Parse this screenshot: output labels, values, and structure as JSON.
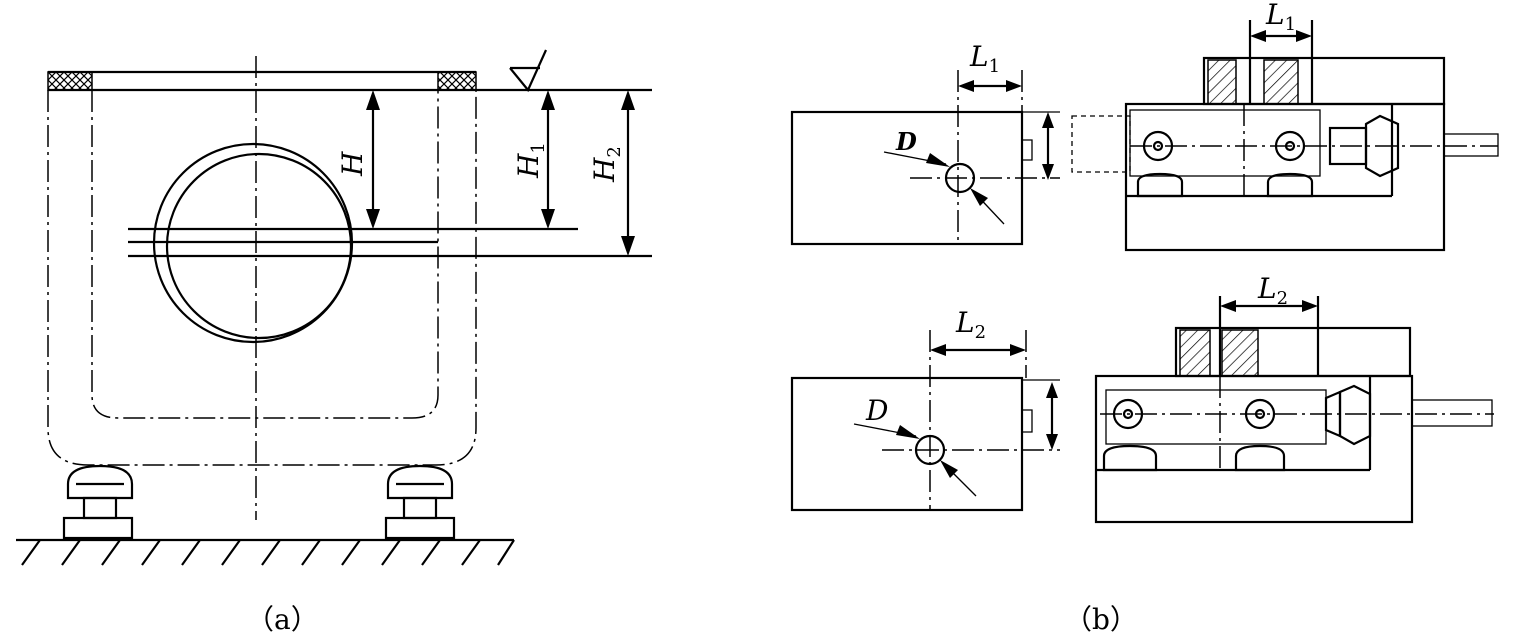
{
  "captions": {
    "a": "（a）",
    "b": "（b）"
  },
  "figure_a": {
    "labels": {
      "h": "H",
      "h1": "H",
      "h1_sub": "1",
      "h2": "H",
      "h2_sub": "2"
    }
  },
  "figure_b": {
    "labels": {
      "top_left_l": "L",
      "top_left_l_sub": "1",
      "top_left_d": "D",
      "top_right_l": "L",
      "top_right_l_sub": "1",
      "bottom_left_l": "L",
      "bottom_left_l_sub": "2",
      "bottom_left_d": "D",
      "bottom_right_l": "L",
      "bottom_right_l_sub": "2"
    }
  }
}
